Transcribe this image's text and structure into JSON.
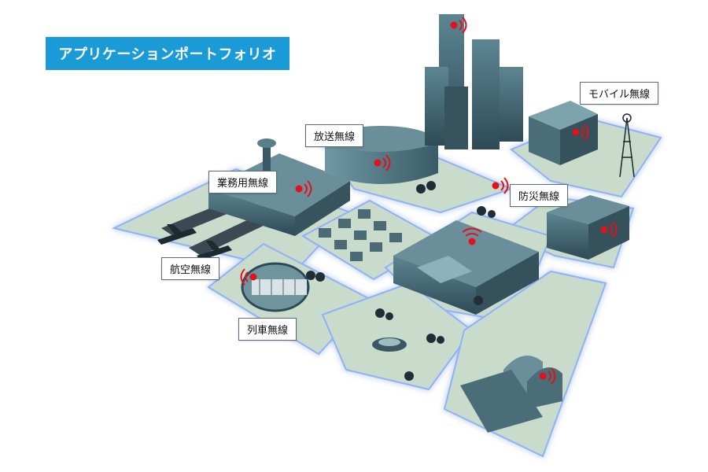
{
  "banner": {
    "title": "アプリケーションポートフォリオ"
  },
  "labels": {
    "mobile": "モバイル無線",
    "broadcast": "放送無線",
    "business": "業務用無線",
    "disaster": "防災無線",
    "aviation": "航空無線",
    "train": "列車無線"
  },
  "colors": {
    "banner": "#1a9bd7",
    "ground": "#cfe0cf",
    "building": "#3f5f6c",
    "glow": "#8fb0ff",
    "signal": "#e0121b"
  }
}
